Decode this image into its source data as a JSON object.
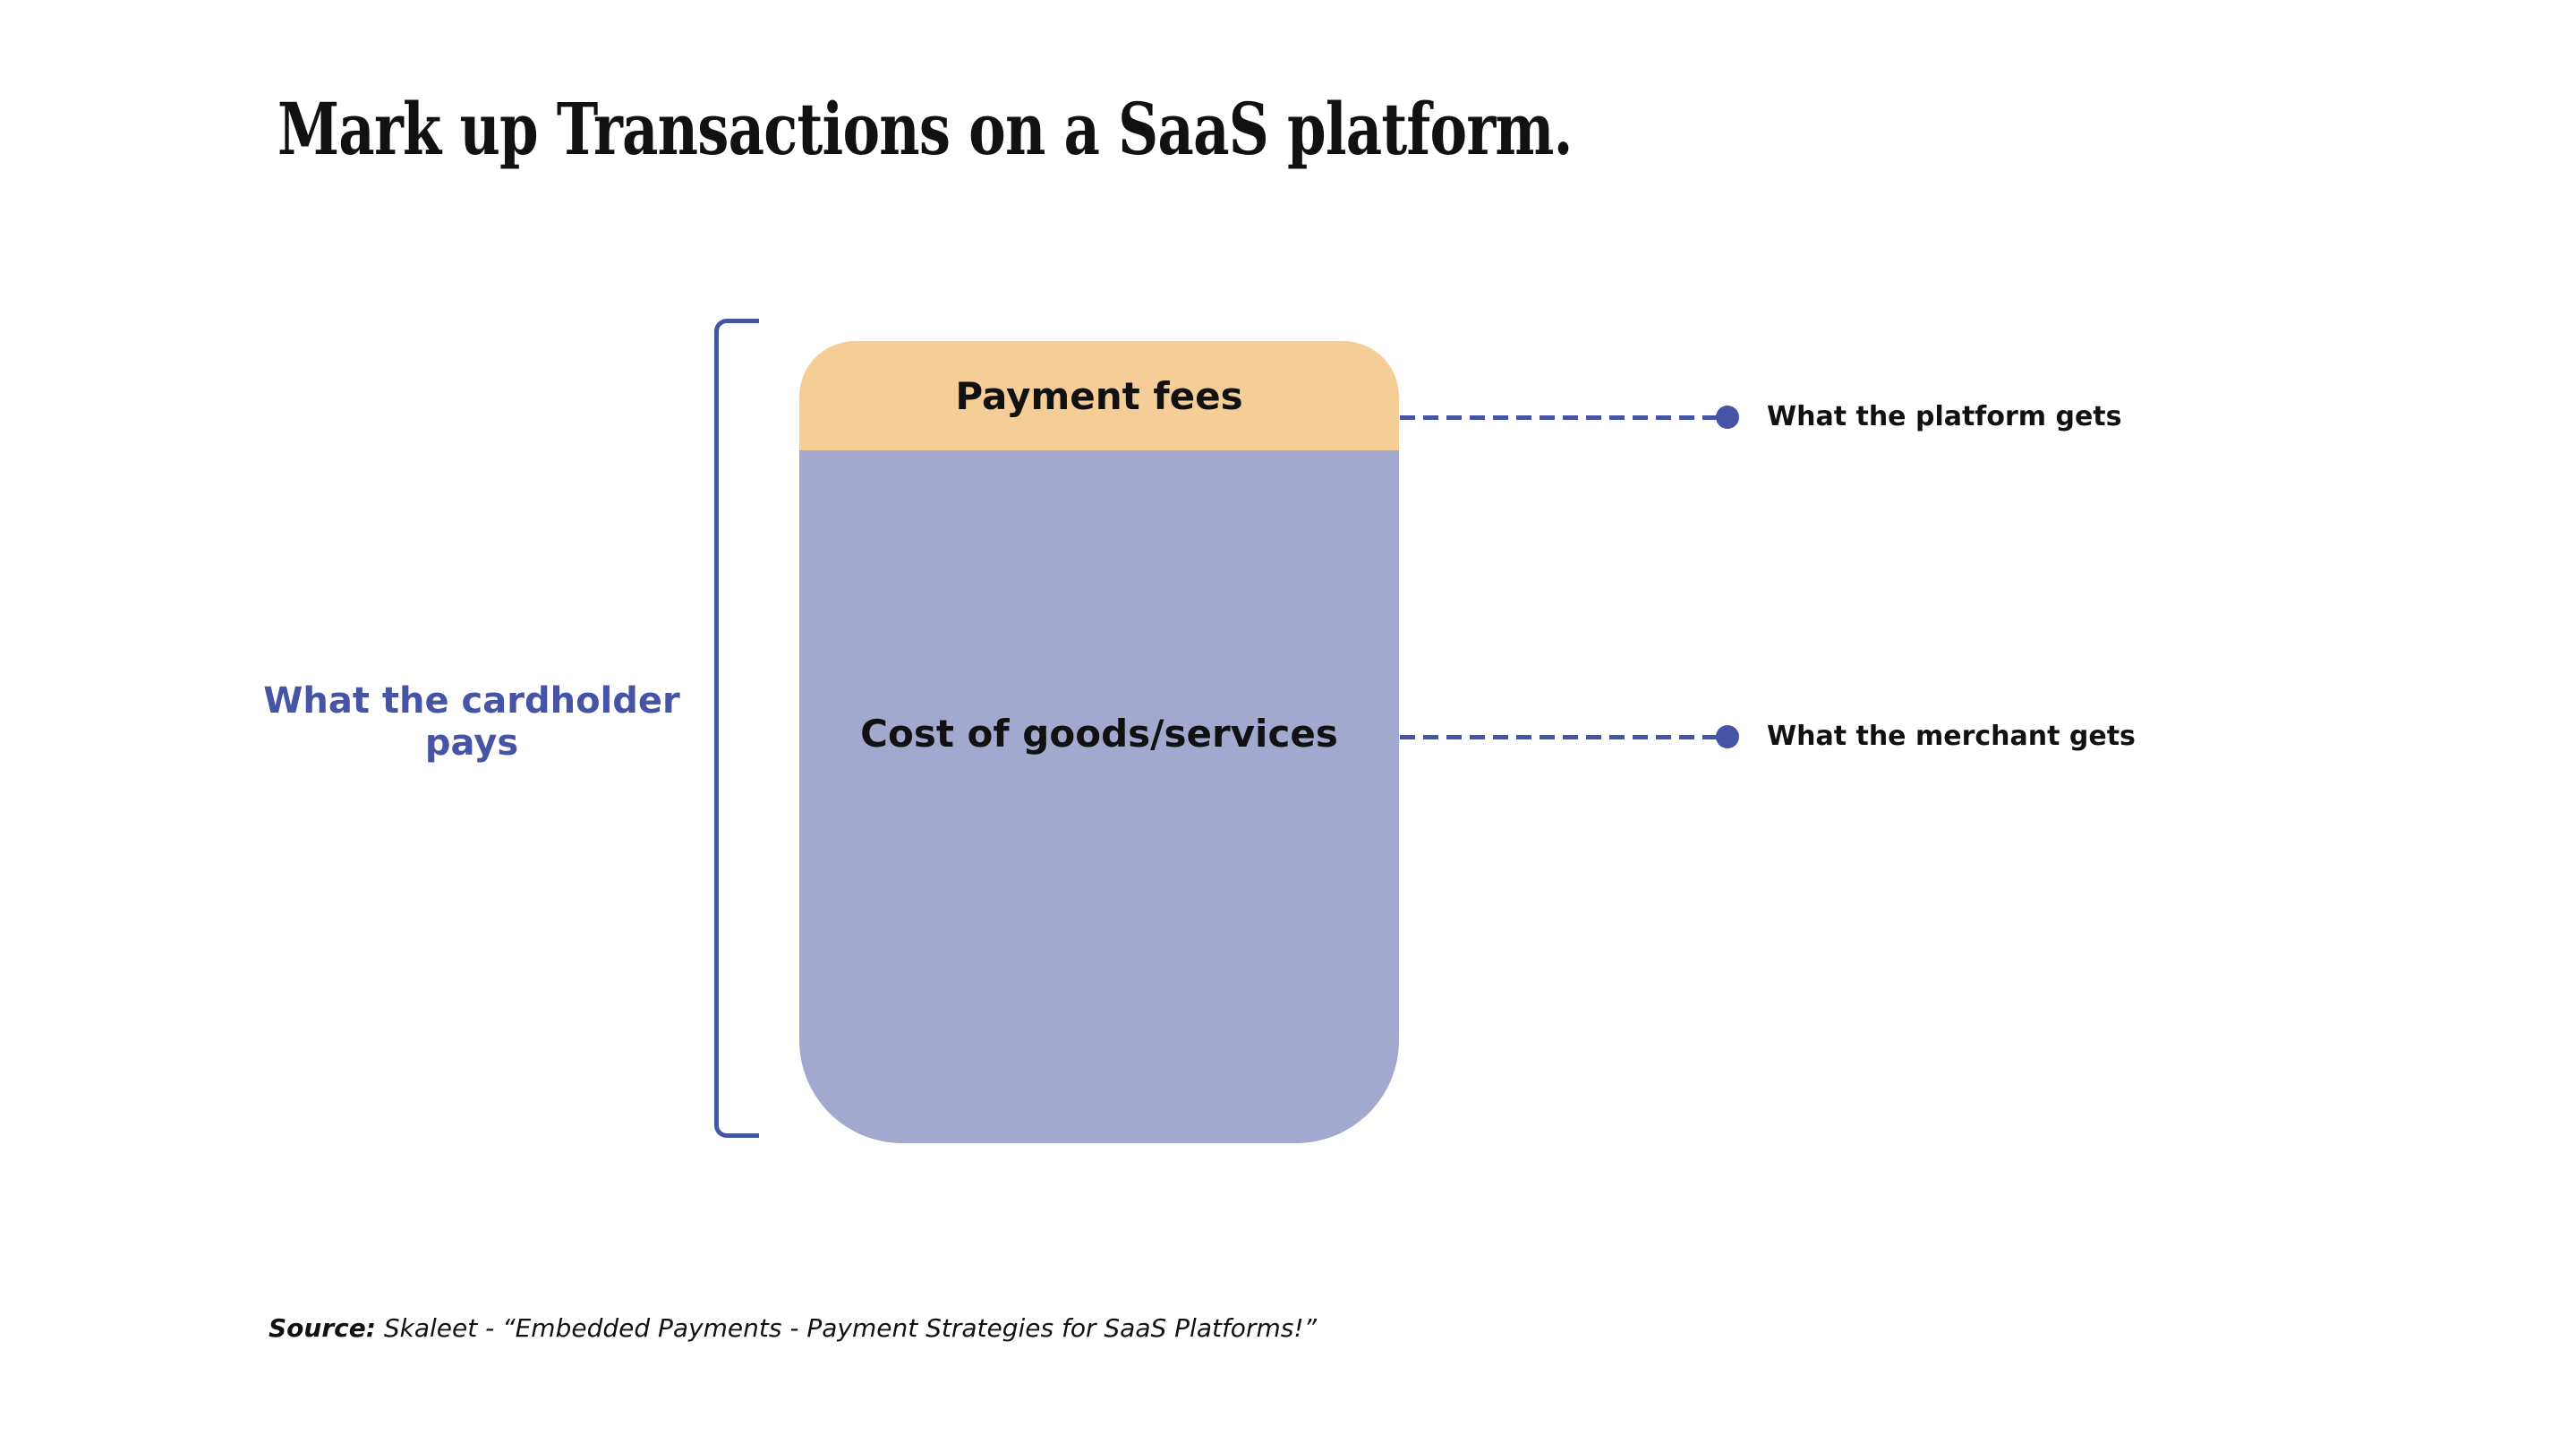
{
  "title": "Mark up Transactions on a SaaS platform.",
  "diagram": {
    "left_label": "What the cardholder pays",
    "segments": [
      {
        "label": "Payment fees",
        "color": "#F5CD96"
      },
      {
        "label": "Cost of goods/services",
        "color": "#A3A8CE"
      }
    ],
    "callouts": [
      {
        "label": "What the platform gets"
      },
      {
        "label": "What the merchant gets"
      }
    ]
  },
  "source": {
    "prefix": "Source:",
    "text": " Skaleet - “Embedded Payments - Payment Strategies for SaaS Platforms!”"
  },
  "colors": {
    "accent": "#4654A6",
    "fees": "#F5CD96",
    "goods": "#A3A8CE",
    "ink": "#111111"
  }
}
